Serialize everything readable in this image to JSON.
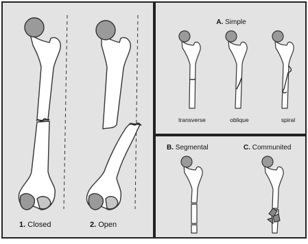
{
  "left_panel": {
    "labels": [
      {
        "num": "1.",
        "text": " Closed"
      },
      {
        "num": "2.",
        "text": " Open"
      }
    ]
  },
  "simple": {
    "letter": "A.",
    "title": " Simple",
    "types": [
      "transverse",
      "oblique",
      "spiral"
    ]
  },
  "segmental": {
    "letter": "B.",
    "title": " Segmental"
  },
  "communited": {
    "letter": "C.",
    "title": " Communited"
  },
  "colors": {
    "panel_bg": "#e3e3e3",
    "border": "#222222",
    "bone_fill": "#ffffff",
    "bone_head": "#9a9a9a",
    "bone_outline": "#333333"
  }
}
